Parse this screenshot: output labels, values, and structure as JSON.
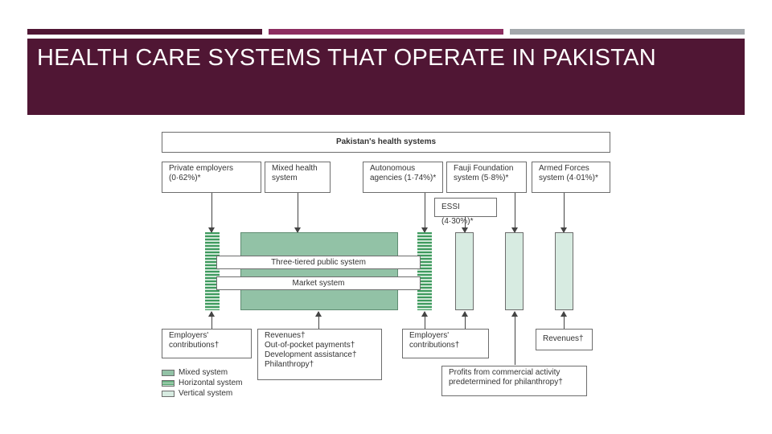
{
  "slide": {
    "title": "HEALTH CARE SYSTEMS THAT OPERATE IN PAKISTAN",
    "colors": {
      "header_bg": "#501634",
      "bar1": "#501634",
      "bar2": "#8c2d60",
      "bar3": "#a3a7ab"
    }
  },
  "diagram": {
    "title": "Pakistan's health systems",
    "top_boxes": [
      {
        "line1": "Private employers",
        "line2": "(0·62%)*"
      },
      {
        "line1": "Mixed health",
        "line2": "system"
      },
      {
        "line1": "Autonomous",
        "line2": "agencies (1·74%)*"
      },
      {
        "line1": "Fauji Foundation",
        "line2": "system (5·8%)*"
      },
      {
        "line1": "Armed Forces",
        "line2": "system (4·01%)*"
      }
    ],
    "essi": "ESSI (4·30%)*",
    "bands": {
      "public": "Three-tiered public system",
      "market": "Market system"
    },
    "bottom_boxes": {
      "employers1": {
        "line1": "Employers'",
        "line2": "contributions†"
      },
      "revenues_mixed": {
        "line1": "Revenues†",
        "line2": "Out-of-pocket payments†",
        "line3": "Development assistance†",
        "line4": "Philanthropy†"
      },
      "employers2": {
        "line1": "Employers'",
        "line2": "contributions†"
      },
      "revenues": "Revenues†",
      "profits": {
        "line1": "Profits from commercial activity",
        "line2": "predetermined for philanthropy†"
      }
    },
    "legend": [
      {
        "label": "Mixed system",
        "color": "#92c2a6"
      },
      {
        "label": "Horizontal system",
        "color": "#3e9a5e"
      },
      {
        "label": "Vertical system",
        "color": "#d7ebe1"
      }
    ]
  }
}
